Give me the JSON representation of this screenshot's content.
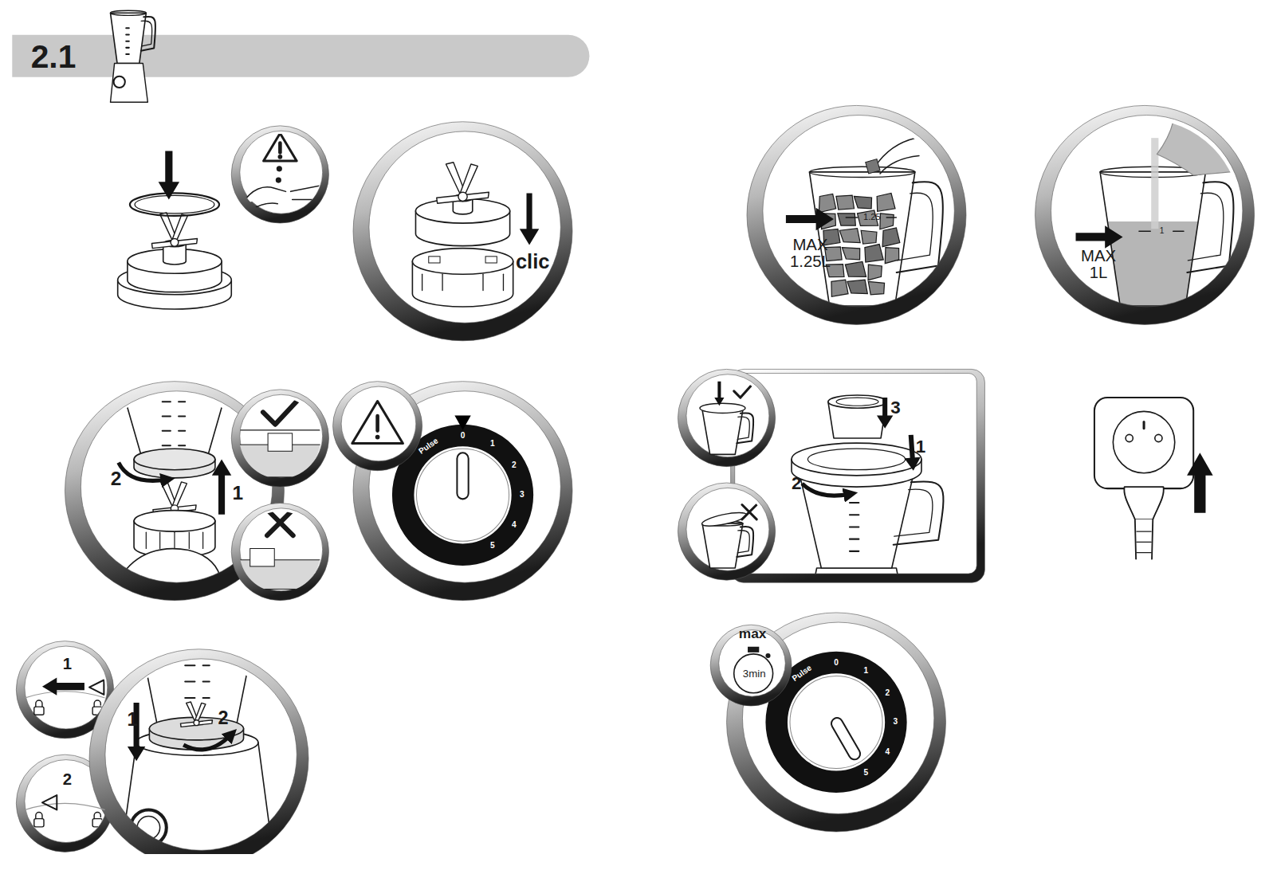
{
  "diagram": {
    "title": "2.1",
    "nodes": [
      {
        "text": [
          "clic"
        ]
      },
      {
        "text": [
          "2",
          "1"
        ]
      },
      {
        "text": [
          "Pulse",
          "0",
          "1",
          "2",
          "3",
          "4",
          "5"
        ]
      },
      {
        "text": [
          "1"
        ]
      },
      {
        "text": [
          "2"
        ]
      },
      {
        "text": [
          "1",
          "2"
        ]
      },
      {
        "text": [
          "MAX 1.25L",
          "1.25"
        ]
      },
      {
        "text": [
          "MAX 1L",
          "1"
        ]
      },
      {
        "text": [
          "3",
          "1",
          "2"
        ]
      },
      {
        "text": [
          "Pulse",
          "0",
          "1",
          "2",
          "3",
          "4",
          "5"
        ]
      },
      {
        "text": [
          "max",
          "3min"
        ]
      }
    ]
  }
}
